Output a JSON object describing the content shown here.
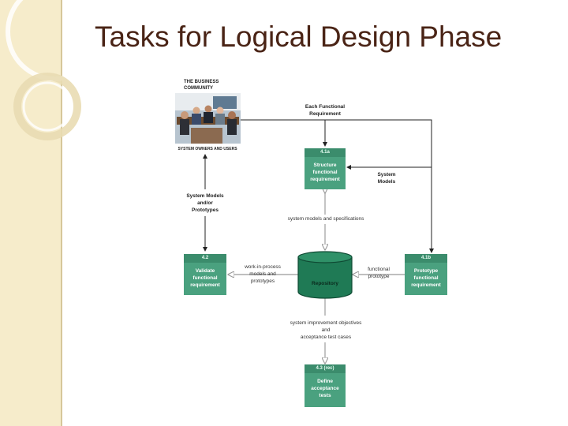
{
  "slide": {
    "title": "Tasks for Logical Design Phase"
  },
  "diagram": {
    "business_title": "THE BUSINESS\nCOMMUNITY",
    "business_caption": "SYSTEM OWNERS AND USERS",
    "top_input": "Each Functional\nRequirement",
    "system_models_right": "System\nModels",
    "system_models_left": "System Models\nand/or\nPrototypes",
    "models_specs": "system models and specifications",
    "work_in_process": "work-in-process\nmodels and\nprototypes",
    "functional_prototype": "functional\nprototype",
    "improvement": "system improvement objectives\nand\nacceptance test cases",
    "repository": "Repository",
    "boxes": {
      "structure": {
        "num": "4.1a",
        "label": "Structure\nfunctional\nrequirement"
      },
      "validate": {
        "num": "4.2",
        "label": "Validate\nfunctional\nrequirement"
      },
      "prototype": {
        "num": "4.1b",
        "label": "Prototype\nfunctional\nrequirement"
      },
      "define": {
        "num": "4.3 (rec)",
        "label": "Define\nacceptance\ntests"
      }
    },
    "colors": {
      "box": "#4aa17f",
      "box_header": "#3b8c6c",
      "repository": "#1f7a55",
      "title": "#4a2416",
      "band": "#f6eccb"
    }
  }
}
